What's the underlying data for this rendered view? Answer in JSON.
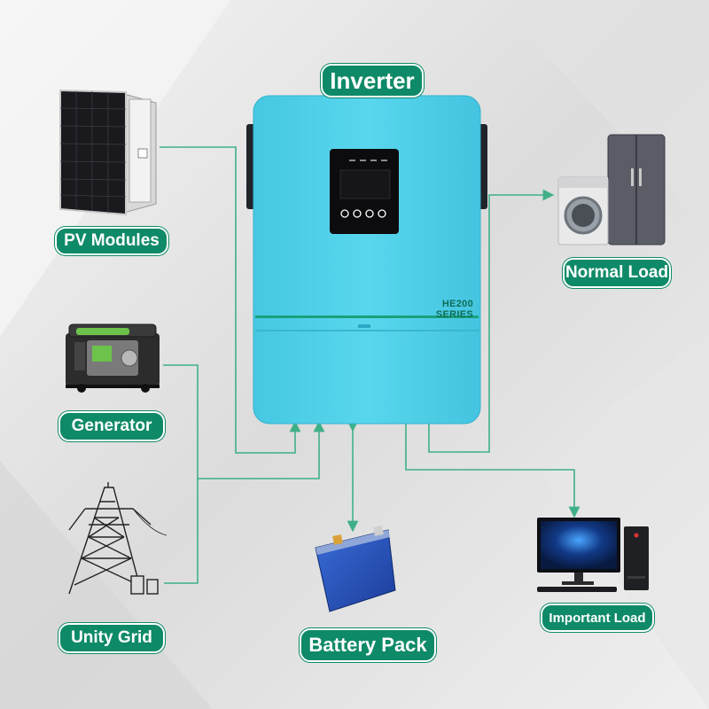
{
  "inverter": {
    "label": "Inverter",
    "model_text": "HE200 SERIES",
    "body_color": "#4fd2ea",
    "stripe_color": "#1aa07a"
  },
  "sources": [
    {
      "id": "pv",
      "label": "PV Modules"
    },
    {
      "id": "generator",
      "label": "Generator"
    },
    {
      "id": "grid",
      "label": "Unity Grid"
    }
  ],
  "storage": {
    "label": "Battery Pack"
  },
  "loads": [
    {
      "id": "normal",
      "label": "Normal Load"
    },
    {
      "id": "important",
      "label": "Important Load"
    }
  ],
  "colors": {
    "label_bg": "#0f8a68",
    "connector": "#3fb088",
    "background": "#ececec"
  }
}
